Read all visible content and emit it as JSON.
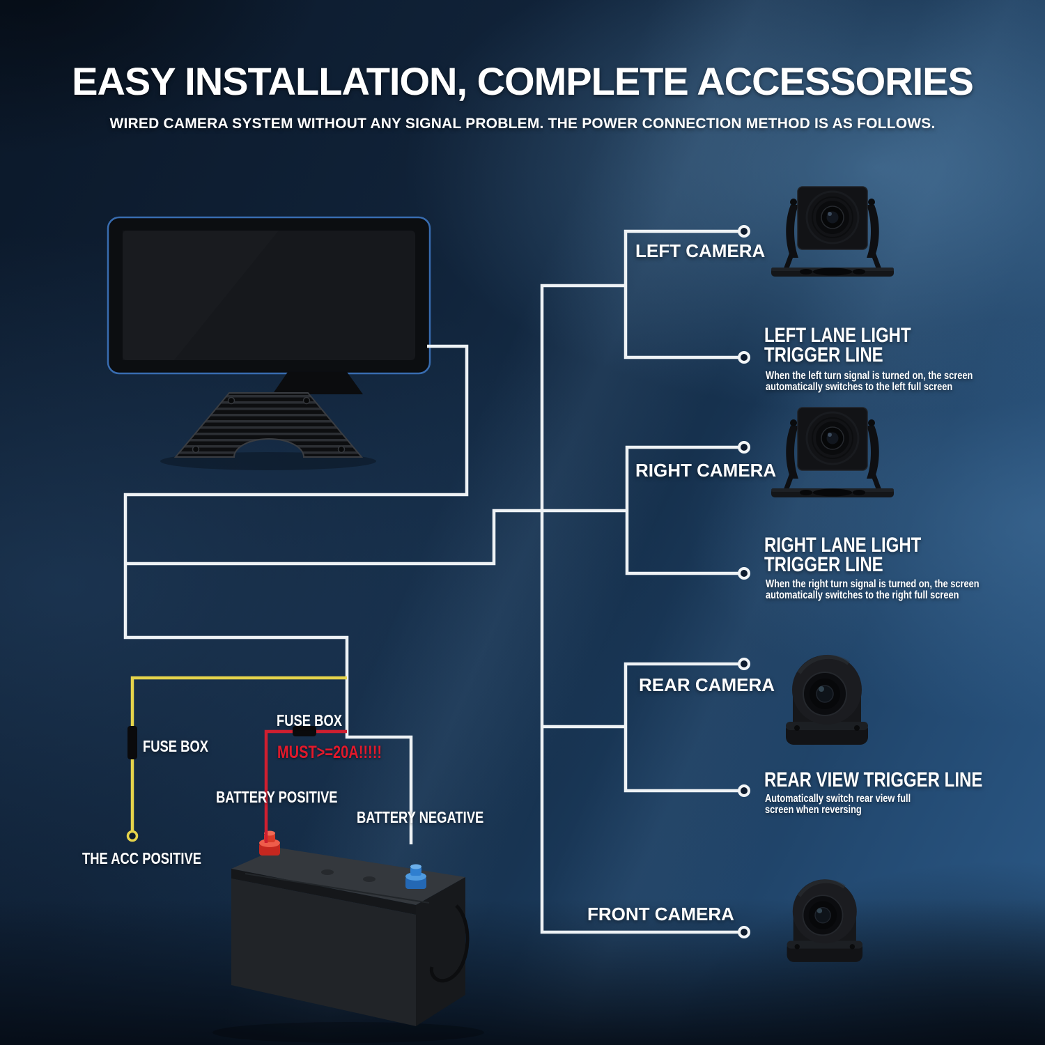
{
  "header": {
    "title": "EASY INSTALLATION, COMPLETE ACCESSORIES",
    "subtitle": "WIRED CAMERA SYSTEM WITHOUT ANY SIGNAL PROBLEM. THE POWER CONNECTION METHOD IS AS FOLLOWS."
  },
  "cameras": {
    "left": {
      "label": "LEFT CAMERA"
    },
    "right": {
      "label": "RIGHT CAMERA"
    },
    "rear": {
      "label": "REAR CAMERA"
    },
    "front": {
      "label": "FRONT CAMERA"
    }
  },
  "triggers": {
    "left": {
      "heading_line1": "LEFT LANE LIGHT",
      "heading_line2": "TRIGGER LINE",
      "desc_line1": "When the left turn signal is turned on, the screen",
      "desc_line2": "automatically switches to the left full screen"
    },
    "right": {
      "heading_line1": "RIGHT LANE LIGHT",
      "heading_line2": "TRIGGER LINE",
      "desc_line1": "When the right turn signal is turned on, the screen",
      "desc_line2": "automatically switches to the right full screen"
    },
    "rear": {
      "heading_line1": "REAR VIEW TRIGGER LINE",
      "desc_line1": "Automatically switch rear view full",
      "desc_line2": "screen when reversing"
    }
  },
  "power": {
    "acc_fuse_label": "FUSE BOX",
    "battery_fuse_label": "FUSE BOX",
    "fuse_warning": "MUST>=20A!!!!!",
    "battery_positive_label": "BATTERY POSITIVE",
    "battery_negative_label": "BATTERY NEGATIVE",
    "acc_positive_label": "THE ACC POSITIVE"
  },
  "colors": {
    "wire_white": "#eef2f5",
    "wire_yellow": "#e6d44b",
    "wire_red": "#cf1f30",
    "warning_red": "#e3192b",
    "background_navy": "#0b1829",
    "background_light_blue": "#4a7aa4"
  }
}
